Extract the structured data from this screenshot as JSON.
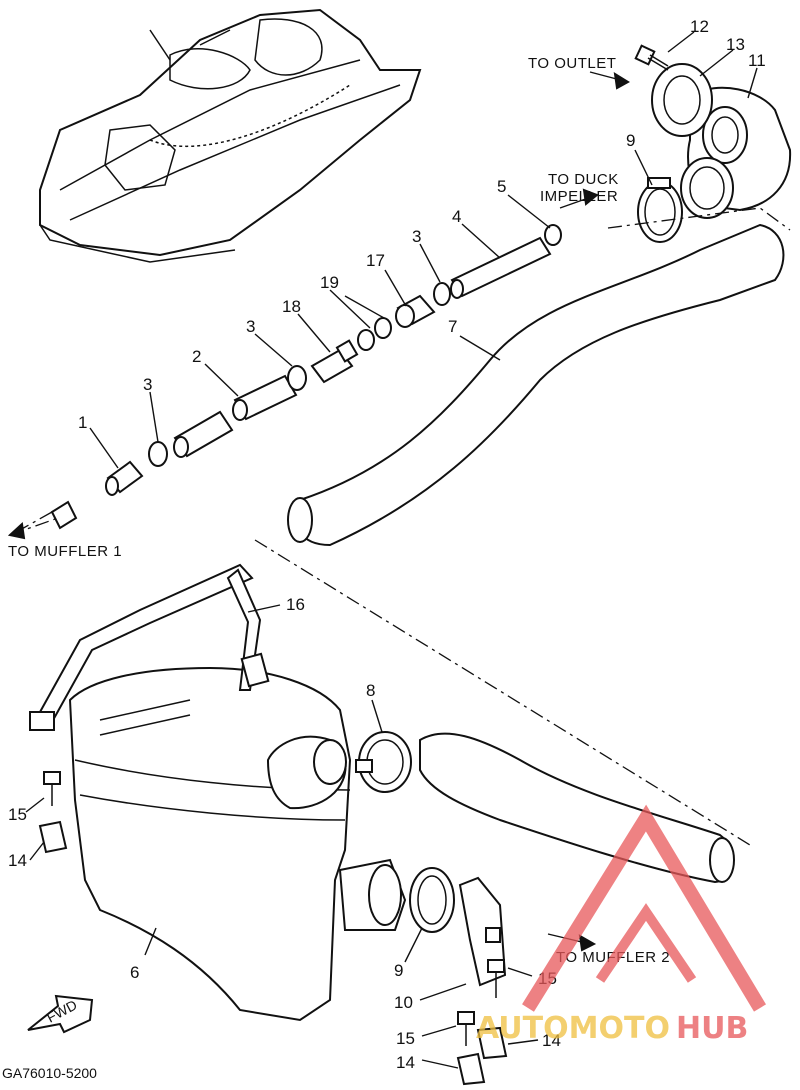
{
  "diagram_code": "GA76010-5200",
  "destinations": {
    "to_outlet": "TO OUTLET",
    "to_duck_line1": "TO DUCK",
    "to_duck_line2": "IMPELLER",
    "to_muffler_1": "TO MUFFLER 1",
    "to_muffler_2": "TO MUFFLER 2"
  },
  "fwd_label": "FWD",
  "callouts": {
    "c1": "1",
    "c2": "2",
    "c3a": "3",
    "c3b": "3",
    "c3c": "3",
    "c4": "4",
    "c5": "5",
    "c6": "6",
    "c7": "7",
    "c8": "8",
    "c9a": "9",
    "c9b": "9",
    "c10": "10",
    "c11": "11",
    "c12": "12",
    "c13": "13",
    "c14a": "14",
    "c14b": "14",
    "c14c": "14",
    "c15a": "15",
    "c15b": "15",
    "c15c": "15",
    "c16": "16",
    "c17": "17",
    "c18": "18",
    "c19": "19"
  },
  "watermark": {
    "part1": "AUTOMOTO",
    "part2": "HUB",
    "color_primary": "#e8585a",
    "color_secondary": "#f0c040"
  }
}
